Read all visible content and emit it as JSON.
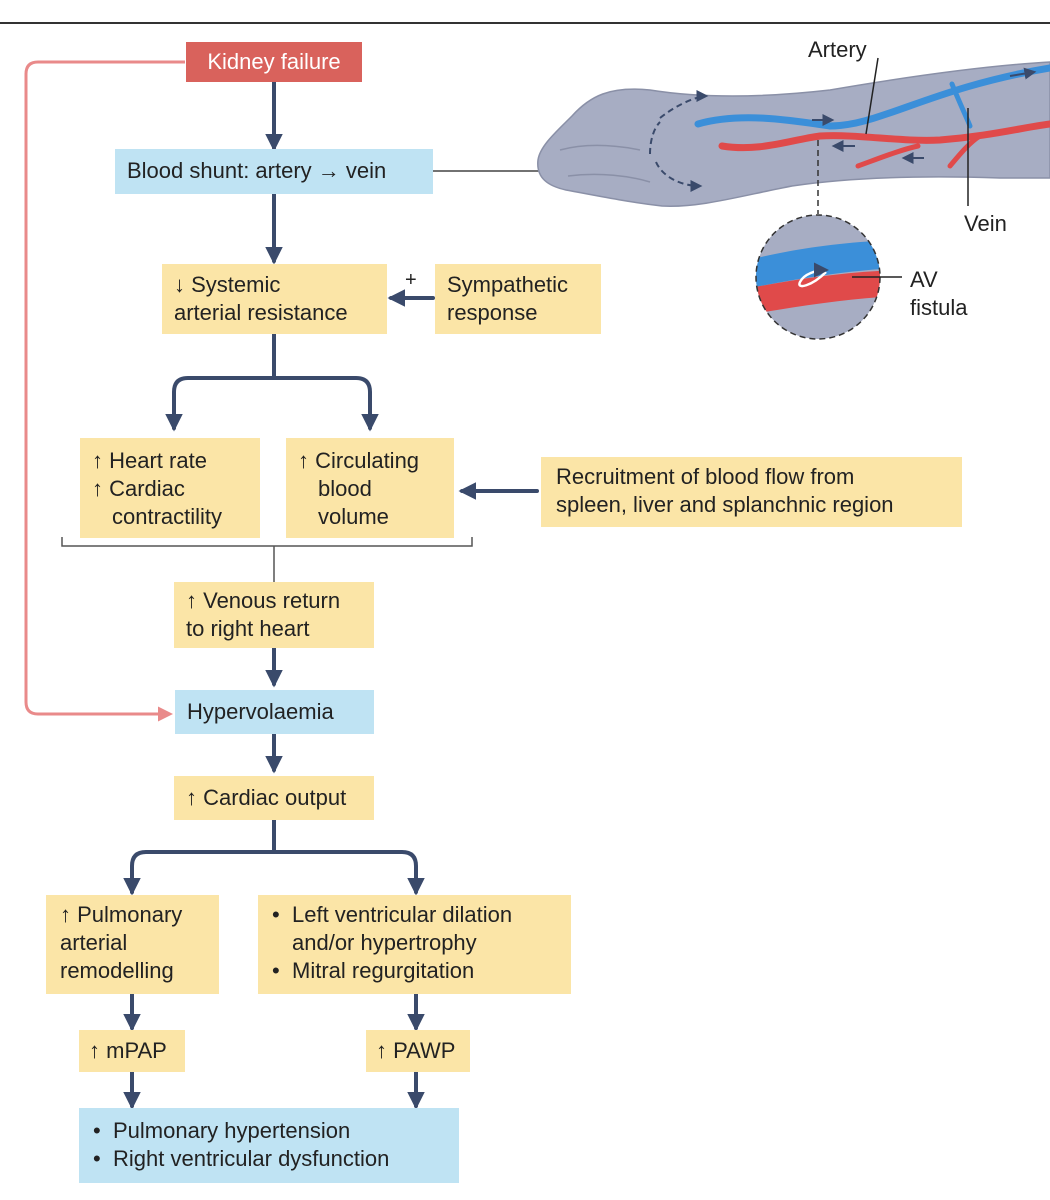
{
  "nodes": {
    "kidney_failure": "Kidney failure",
    "blood_shunt": "Blood shunt: artery → vein",
    "systemic_resistance": [
      "↓ Systemic",
      "arterial resistance"
    ],
    "sympathetic": [
      "Sympathetic",
      "response"
    ],
    "plus_sign": "+",
    "heart_rate": [
      "↑ Heart rate",
      "↑ Cardiac",
      "contractility"
    ],
    "circulating": [
      "↑ Circulating",
      "blood",
      "volume"
    ],
    "recruitment": [
      "Recruitment of blood flow from",
      "spleen, liver and splanchnic region"
    ],
    "venous_return": [
      "↑ Venous return",
      "to right heart"
    ],
    "hypervolaemia": "Hypervolaemia",
    "cardiac_output": "↑ Cardiac output",
    "pulmonary_remodelling": [
      "↑ Pulmonary",
      "arterial",
      "remodelling"
    ],
    "lv_changes": {
      "item1": [
        "Left ventricular dilation",
        "and/or hypertrophy"
      ],
      "item2": "Mitral regurgitation"
    },
    "mpap": "↑ mPAP",
    "pawp": "↑ PAWP",
    "outcome": [
      "Pulmonary hypertension",
      "Right ventricular dysfunction"
    ]
  },
  "illustration": {
    "artery_label": "Artery",
    "vein_label": "Vein",
    "fistula_label": [
      "AV",
      "fistula"
    ]
  },
  "colors": {
    "yellow_box": "#fbe5a7",
    "blue_box": "#bfe3f3",
    "red_box": "#d9625c",
    "arrow": "#3a4a6b",
    "feedback_arrow": "#e98a8a",
    "artery": "#e04a4a",
    "vein": "#3b8fd9",
    "arm": "#a7adc3"
  }
}
